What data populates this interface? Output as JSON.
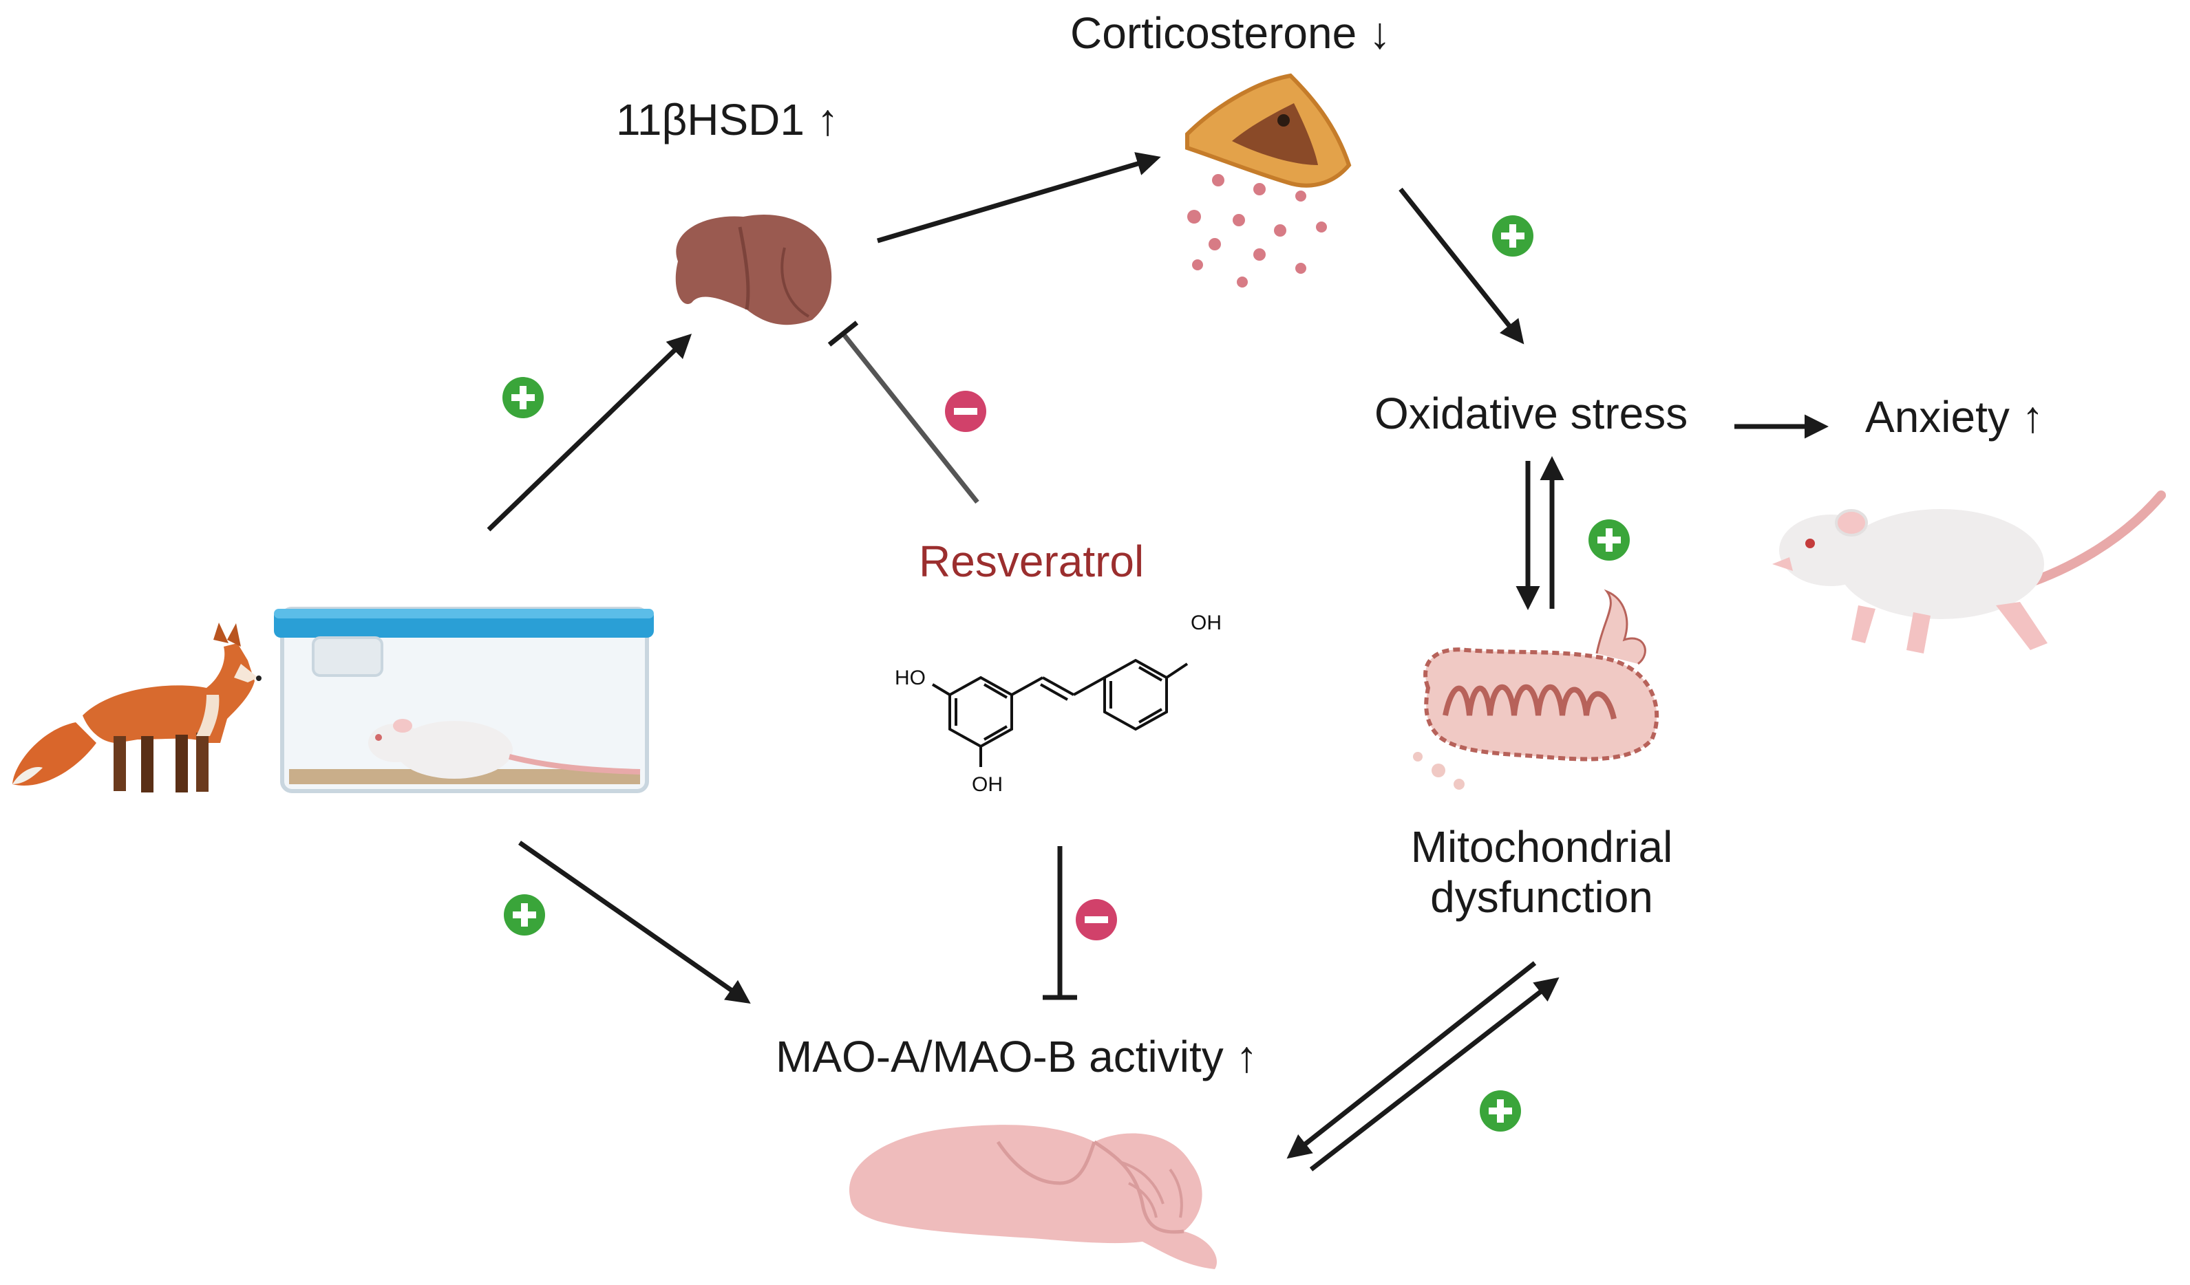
{
  "labels": {
    "hsd1": "11βHSD1 ↑",
    "corticosterone": "Corticosterone ↓",
    "oxidative_stress": "Oxidative stress",
    "anxiety": "Anxiety ↑",
    "resveratrol": "Resveratrol",
    "mito_line1": "Mitochondrial",
    "mito_line2": "dysfunction",
    "mao": "MAO-A/MAO-B activity ↑"
  },
  "chem_groups": {
    "oh_top": "OH",
    "ho_left": "HO",
    "oh_bottom": "OH"
  },
  "signs": {
    "plus": "+",
    "minus": "−"
  },
  "colors": {
    "plus": "#3aa53a",
    "minus": "#d1416a",
    "resveratrol": "#9b2e2e",
    "arrow": "#1a1a1a"
  },
  "icons": [
    "fox-icon",
    "rat-cage-icon",
    "liver-icon",
    "adrenal-gland-icon",
    "mitochondrion-icon",
    "rat-icon",
    "brain-icon",
    "resveratrol-structure-icon"
  ]
}
